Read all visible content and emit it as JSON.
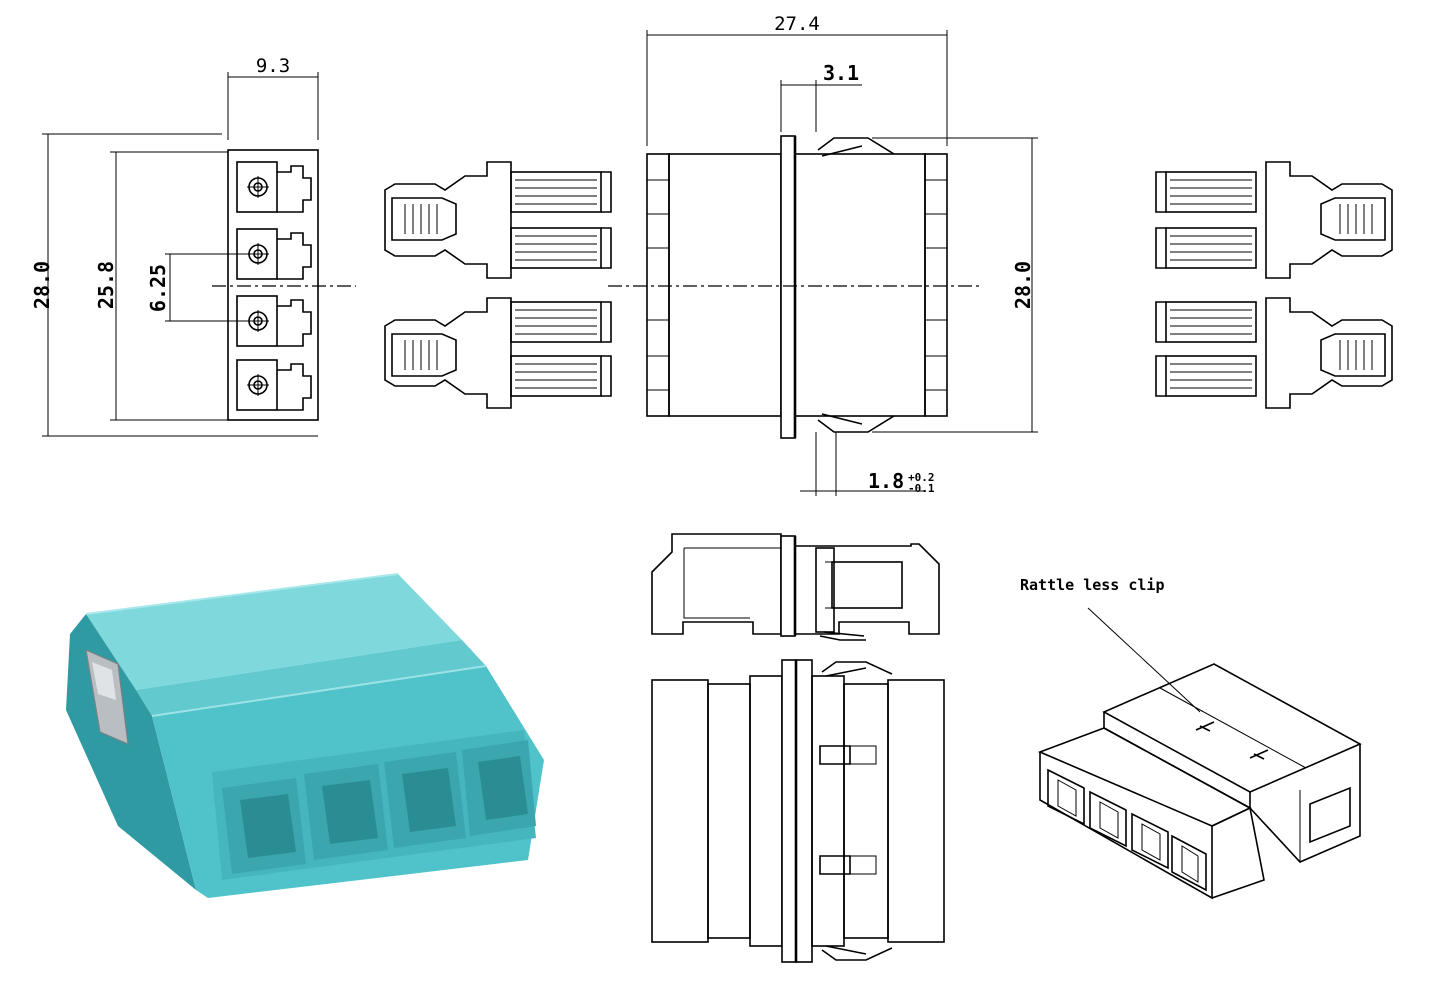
{
  "dimensions": {
    "width_side": "9.3",
    "total_height": "28.0",
    "inner_height": "25.8",
    "pitch": "6.25",
    "total_length": "27.4",
    "flange": "3.1",
    "right_height": "28.0",
    "panel_thickness": "1.8",
    "tolerance_plus": "+0.2",
    "tolerance_minus": "-0.1"
  },
  "annotations": {
    "clip_label": "Rattle less clip"
  },
  "colors": {
    "line": "#000000",
    "adapter_body": "#4fc3c9",
    "adapter_shadow": "#2f9aa2",
    "adapter_highlight": "#7fd8dc",
    "metal_clip": "#b9bec2"
  }
}
